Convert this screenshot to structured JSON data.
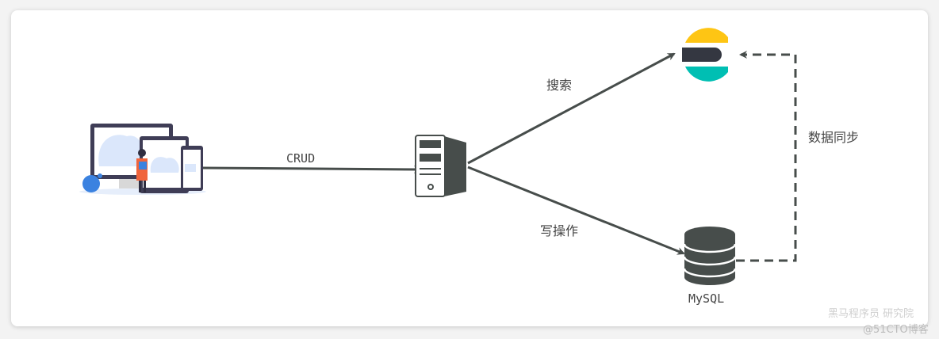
{
  "labels": {
    "crud": "CRUD",
    "search": "搜索",
    "write": "写操作",
    "sync": "数据同步",
    "mysql": "MySQL"
  },
  "watermark": {
    "line1": "黑马程序员 研究院",
    "line2": "@51CTO博客"
  },
  "colors": {
    "arrow": "#474d4b",
    "es_yellow": "#fec514",
    "es_dark": "#343741",
    "es_teal": "#00bfb3",
    "device_frame": "#3f3d56",
    "device_screen": "#dbe7fb"
  }
}
